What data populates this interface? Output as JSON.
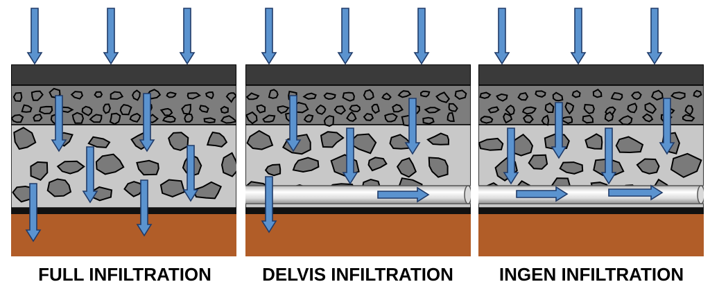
{
  "panels": [
    {
      "caption": "FULL INFILTRATION",
      "drain_pipe": false
    },
    {
      "caption": "DELVIS INFILTRATION",
      "drain_pipe": true
    },
    {
      "caption": "INGEN INFILTRATION",
      "drain_pipe": true
    }
  ],
  "colors": {
    "surface_layer": "#3a3a3a",
    "base_course": "#7d7d7d",
    "subbase": "#c8c8c8",
    "stone_fill": "#7a7a7a",
    "membrane": "#111111",
    "soil": "#b15d28",
    "arrow_fill": "#5b93cf",
    "arrow_stroke": "#1f3a68",
    "pipe": "#eeeeee"
  }
}
